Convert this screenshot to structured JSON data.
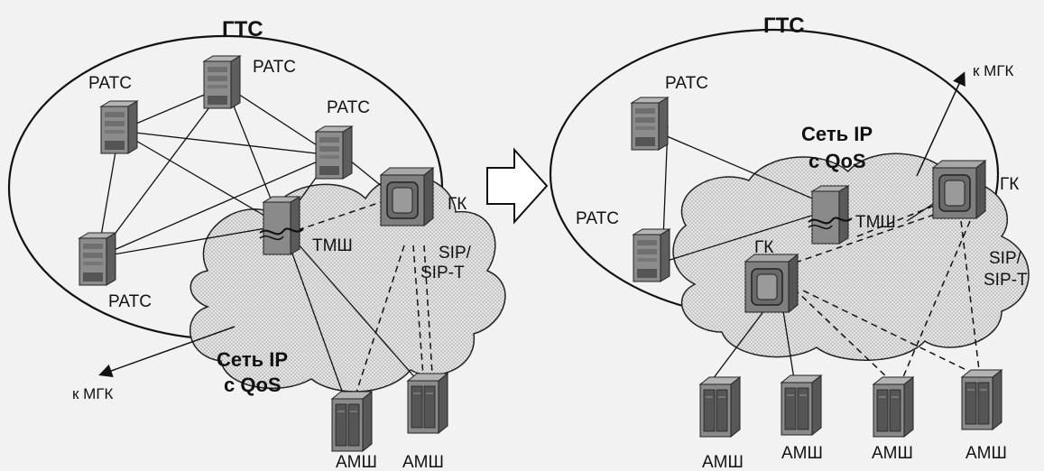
{
  "left": {
    "network_title": "ГТС",
    "ratc_labels": [
      "РАТС",
      "РАТС",
      "РАТС",
      "РАТС"
    ],
    "tmsh_label": "ТМШ",
    "gk_label": "ГК",
    "sip_label_1": "SIP/",
    "sip_label_2": "SIP-T",
    "cloud_line_1": "Сеть IP",
    "cloud_line_2": "с QoS",
    "mgk_label": "к МГК",
    "amsh_labels": [
      "АМШ",
      "АМШ"
    ]
  },
  "right": {
    "network_title": "ГТС",
    "ratc_labels": [
      "РАТС",
      "РАТС"
    ],
    "tmsh_label": "ТМШ",
    "gk_labels": [
      "ГК",
      "ГК"
    ],
    "sip_label_1": "SIP/",
    "sip_label_2": "SIP-T",
    "cloud_line_1": "Сеть IP",
    "cloud_line_2": "с QoS",
    "mgk_label": "к МГК",
    "amsh_labels": [
      "АМШ",
      "АМШ",
      "АМШ",
      "АМШ"
    ]
  },
  "colors": {
    "background": "#f2f2f2",
    "cloud_fill": "#d9d9d9",
    "stroke": "#111111"
  }
}
